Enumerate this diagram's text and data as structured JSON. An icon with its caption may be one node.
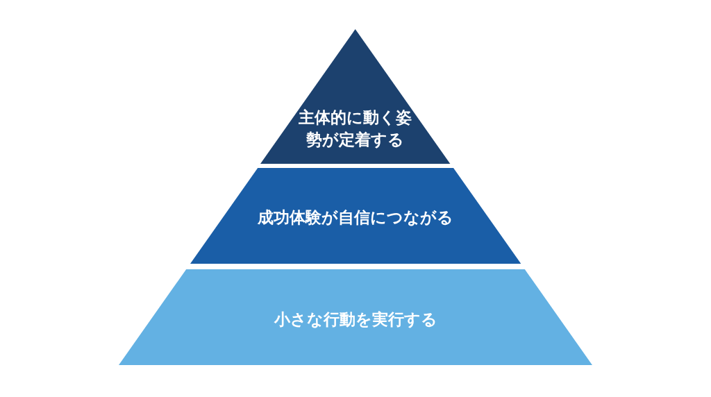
{
  "diagram": {
    "nodes": [
      {
        "text": [
          "主体的に動く姿勢が定着する"
        ]
      },
      {
        "text": [
          "成功体験が自信につながる"
        ]
      },
      {
        "text": [
          "小さな行動を実行する"
        ]
      }
    ]
  }
}
